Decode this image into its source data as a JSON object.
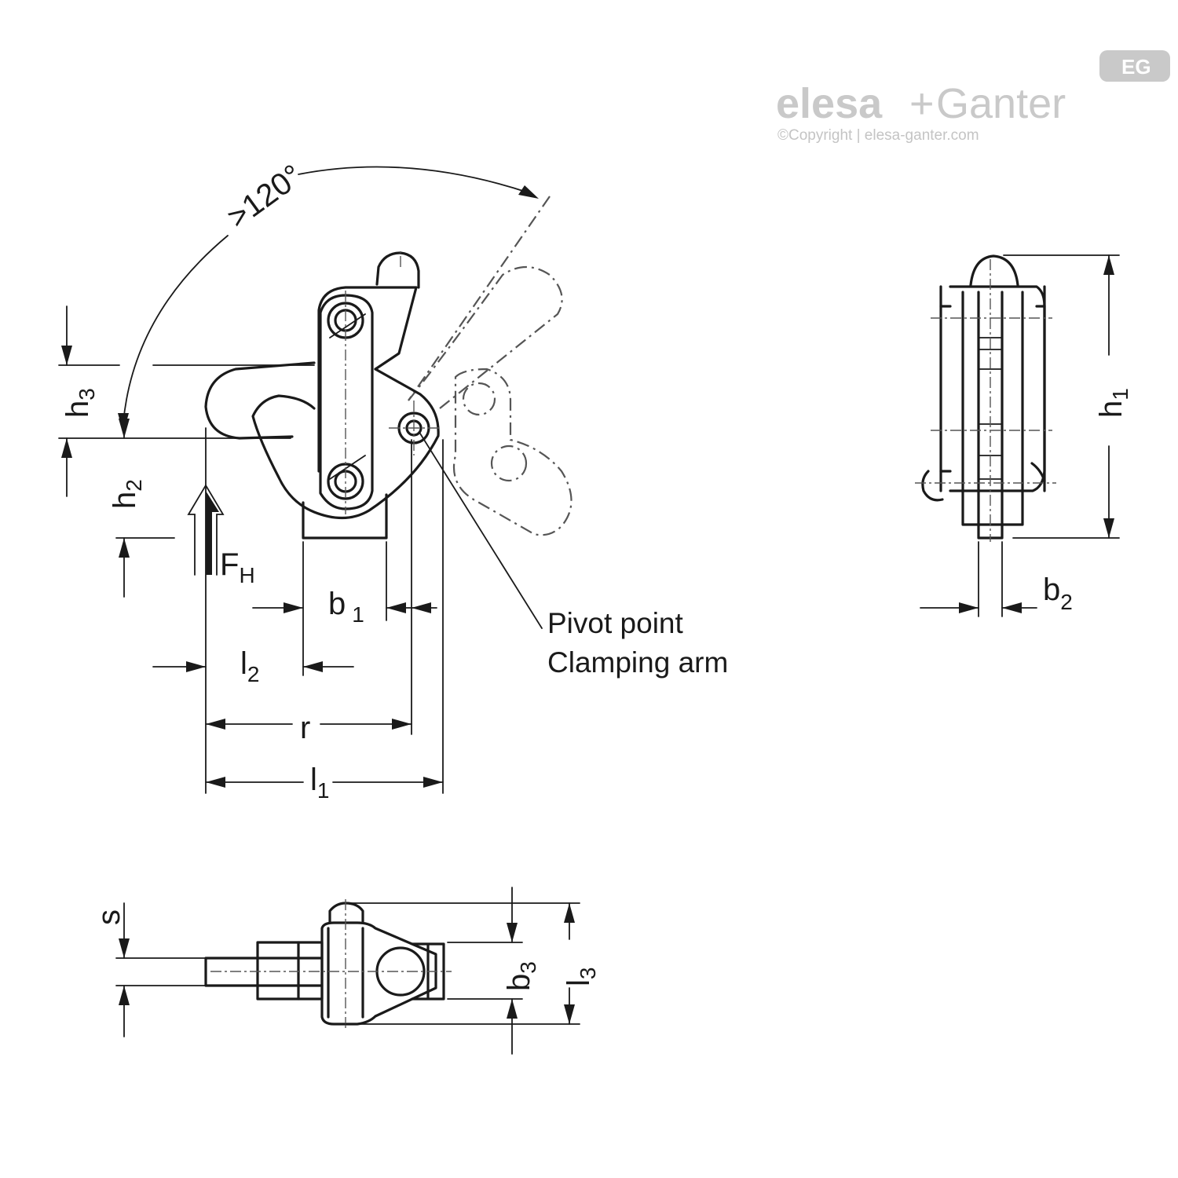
{
  "brand": {
    "name_left": "elesa",
    "name_plus": "+",
    "name_right": "Ganter",
    "copyright": "©Copyright | elesa-ganter.com",
    "badge": "EG"
  },
  "angle": {
    "text": ">120°"
  },
  "dimensions": {
    "h1": {
      "main": "h",
      "sub": "1"
    },
    "h2": {
      "main": "h",
      "sub": "2"
    },
    "h3": {
      "main": "h",
      "sub": "3"
    },
    "b1": {
      "main": "b",
      "sub": "1"
    },
    "b2": {
      "main": "b",
      "sub": "2"
    },
    "b3": {
      "main": "b",
      "sub": "3"
    },
    "l1": {
      "main": "l",
      "sub": "1"
    },
    "l2": {
      "main": "l",
      "sub": "2"
    },
    "l3": {
      "main": "l",
      "sub": "3"
    },
    "r": {
      "main": "r"
    },
    "s": {
      "main": "s"
    }
  },
  "force": {
    "main": "F",
    "sub": "H"
  },
  "callout": {
    "line1": "Pivot point",
    "line2": "Clamping arm"
  },
  "colors": {
    "line": "#1a1a1a",
    "phantom": "#555555",
    "watermark": "#c9c9c9"
  }
}
